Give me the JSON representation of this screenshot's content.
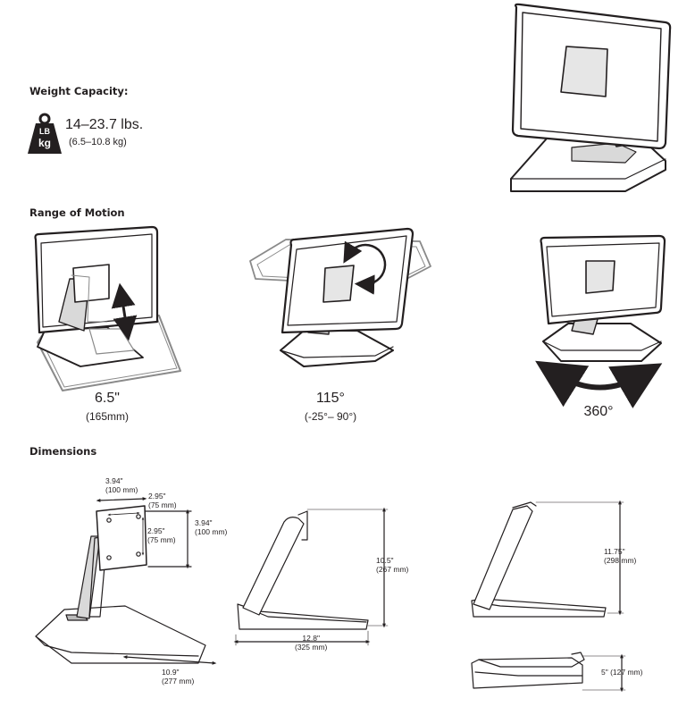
{
  "weight": {
    "heading": "Weight Capacity:",
    "icon_top": "LB",
    "icon_bottom": "kg",
    "value": "14–23.7 lbs.",
    "metric": "(6.5–10.8 kg)"
  },
  "motion": {
    "heading": "Range of Motion",
    "lift": {
      "value": "6.5\"",
      "metric": "(165mm)"
    },
    "tilt": {
      "value": "115°",
      "metric": "(-25°– 90°)"
    },
    "pan": {
      "value": "360°"
    }
  },
  "dimensions": {
    "heading": "Dimensions",
    "vesa_width": "3.94\"",
    "vesa_width_mm": "(100 mm)",
    "vesa_h75": "2.95\"",
    "vesa_h75_mm": "(75 mm)",
    "vesa_v75": "2.95\"",
    "vesa_v75_mm": "(75 mm)",
    "vesa_height": "3.94\"",
    "vesa_height_mm": "(100 mm)",
    "base_width": "10.9\"",
    "base_width_mm": "(277 mm)",
    "min_height": "10.5\"",
    "min_height_mm": "(267 mm)",
    "depth": "12.8\"",
    "depth_mm": "(325 mm)",
    "max_height": "11.75\"",
    "max_height_mm": "(298 mm)",
    "folded_height": "5\" (127 mm)"
  },
  "colors": {
    "line": "#231f20",
    "ghost": "#8a8a8a",
    "screen_fill": "#ffffff",
    "stand_fill": "#d9d9d9"
  }
}
